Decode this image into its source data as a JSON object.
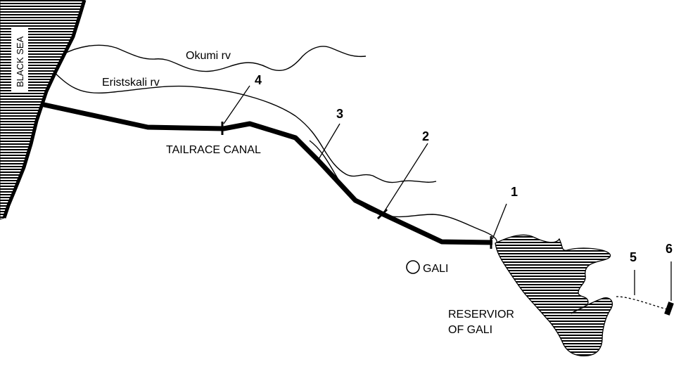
{
  "map": {
    "sea_label": "BLACK SEA",
    "rivers": {
      "okumi": "Okumi rv",
      "eristskali": "Eristskali  rv"
    },
    "canal_label": "TAILRACE CANAL",
    "town_label": "GALI",
    "reservoir_label_line1": "RESERVIOR",
    "reservoir_label_line2": "OF GALI",
    "points": [
      "1",
      "2",
      "3",
      "4",
      "5",
      "6"
    ],
    "colors": {
      "ink": "#000000",
      "paper": "#ffffff"
    }
  }
}
